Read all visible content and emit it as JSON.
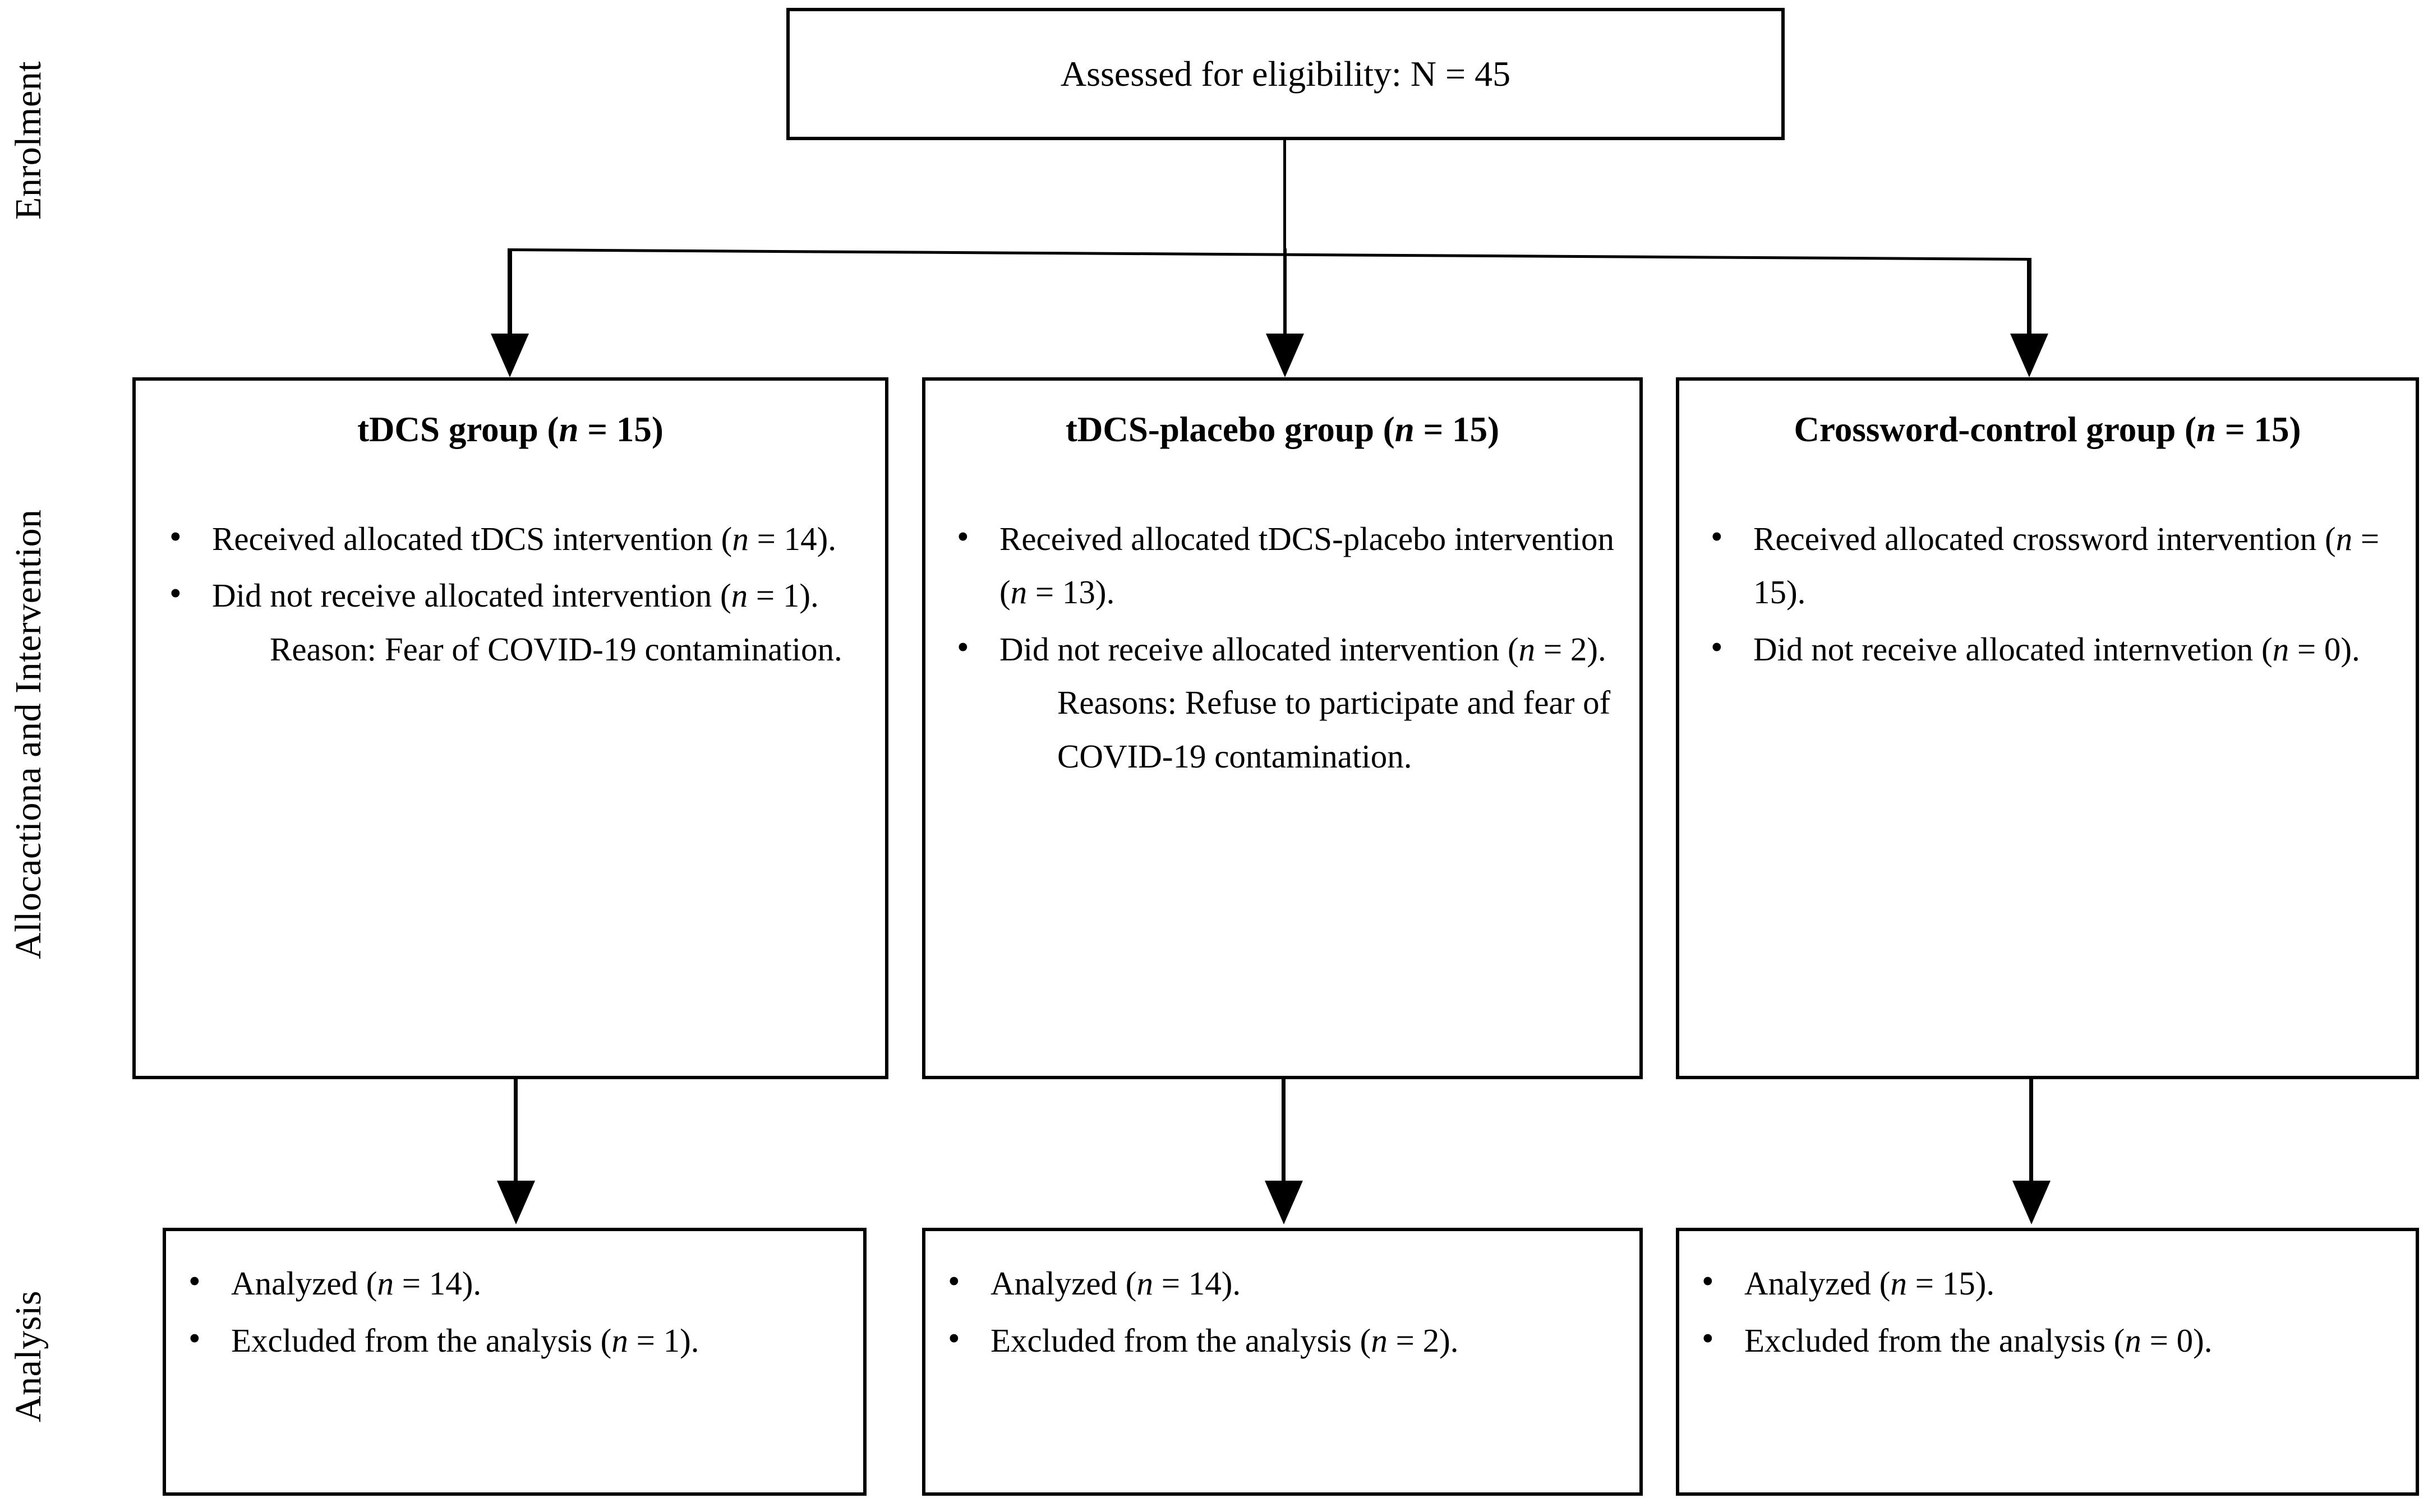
{
  "diagram": {
    "title": "CONSORT participant flow diagram",
    "stages": [
      {
        "id": "enrolment",
        "label": "Enrolment"
      },
      {
        "id": "allocation",
        "label": "Allocactiona and Intervention"
      },
      {
        "id": "analysis",
        "label": "Analysis"
      }
    ],
    "enrolment_box": {
      "text": "Assessed for eligibility: N = 45"
    },
    "allocation_boxes": [
      {
        "id": "tdcs",
        "title_prefix": "tDCS group (",
        "title_n": "n",
        "title_suffix": " = 15)",
        "bullets": [
          {
            "pre": "Received allocated tDCS intervention (",
            "ital": "n",
            "post": " = 14)."
          },
          {
            "pre": "Did not receive allocated intervention (",
            "ital": "n",
            "post": " = 1)."
          }
        ],
        "note": "Reason: Fear of COVID-19 contamination."
      },
      {
        "id": "tdcs-placebo",
        "title_prefix": "tDCS-placebo group (",
        "title_n": "n",
        "title_suffix": " = 15)",
        "bullets": [
          {
            "pre": "Received allocated tDCS-placebo intervention (",
            "ital": "n",
            "post": " = 13)."
          },
          {
            "pre": "Did not receive allocated intervention (",
            "ital": "n",
            "post": " = 2)."
          }
        ],
        "note": "Reasons: Refuse to participate and fear of COVID-19 contamination."
      },
      {
        "id": "crossword-control",
        "title_prefix": "Crossword-control group (",
        "title_n": "n",
        "title_suffix": " = 15)",
        "bullets": [
          {
            "pre": "Received allocated crossword intervention (",
            "ital": "n",
            "post": " = 15)."
          },
          {
            "pre": "Did not receive allocated internvetion (",
            "ital": "n",
            "post": " = 0)."
          }
        ],
        "note": ""
      }
    ],
    "analysis_boxes": [
      {
        "id": "analysis-tdcs",
        "bullets": [
          {
            "pre": "Analyzed (",
            "ital": "n",
            "post": " = 14)."
          },
          {
            "pre": "Excluded from the analysis (",
            "ital": "n",
            "post": " = 1)."
          }
        ]
      },
      {
        "id": "analysis-tdcs-placebo",
        "bullets": [
          {
            "pre": "Analyzed (",
            "ital": "n",
            "post": " = 14)."
          },
          {
            "pre": "Excluded from the analysis (",
            "ital": "n",
            "post": " = 2)."
          }
        ]
      },
      {
        "id": "analysis-crossword",
        "bullets": [
          {
            "pre": "Analyzed (",
            "ital": "n",
            "post": " = 15)."
          },
          {
            "pre": "Excluded from the analysis (",
            "ital": "n",
            "post": " = 0)."
          }
        ]
      }
    ],
    "colors": {
      "stroke": "#000000",
      "background": "#ffffff",
      "text": "#000000"
    }
  }
}
